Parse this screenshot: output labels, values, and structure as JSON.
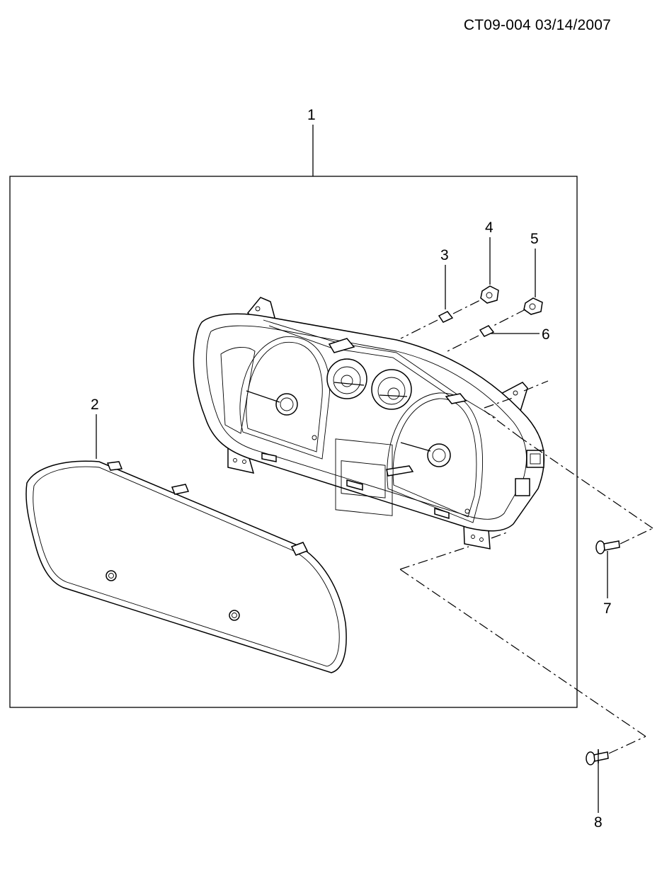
{
  "header": {
    "drawing_code": "CT09-004  03/14/2007"
  },
  "callouts": [
    {
      "id": "1",
      "label": "1"
    },
    {
      "id": "2",
      "label": "2"
    },
    {
      "id": "3",
      "label": "3"
    },
    {
      "id": "4",
      "label": "4"
    },
    {
      "id": "5",
      "label": "5"
    },
    {
      "id": "6",
      "label": "6"
    },
    {
      "id": "7",
      "label": "7"
    },
    {
      "id": "8",
      "label": "8"
    }
  ]
}
